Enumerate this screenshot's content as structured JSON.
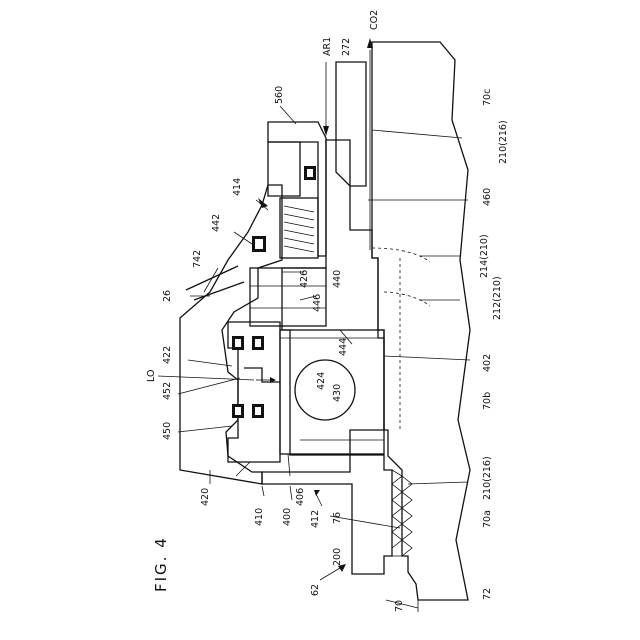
{
  "figure": {
    "title": "FIG. 4",
    "labels": {
      "co2": "CO2",
      "ar1": "AR1",
      "l272": "272",
      "l560": "560",
      "l70c": "70c",
      "l210_216_top": "210(216)",
      "l414": "414",
      "l460": "460",
      "l442": "442",
      "l214_210": "214(210)",
      "l742": "742",
      "l426": "426",
      "l440": "440",
      "l212_210": "212(210)",
      "l26": "26",
      "l446": "446",
      "l444": "444",
      "l422": "422",
      "l402": "402",
      "lo": "LO",
      "l424": "424",
      "l452": "452",
      "l430": "430",
      "l70b": "70b",
      "l450": "450",
      "l210_216_bot": "210(216)",
      "l420": "420",
      "l406": "406",
      "l410": "410",
      "l400": "400",
      "l412": "412",
      "l76": "76",
      "l70a": "70a",
      "l200": "200",
      "l62": "62",
      "l70": "70",
      "l72": "72"
    }
  }
}
